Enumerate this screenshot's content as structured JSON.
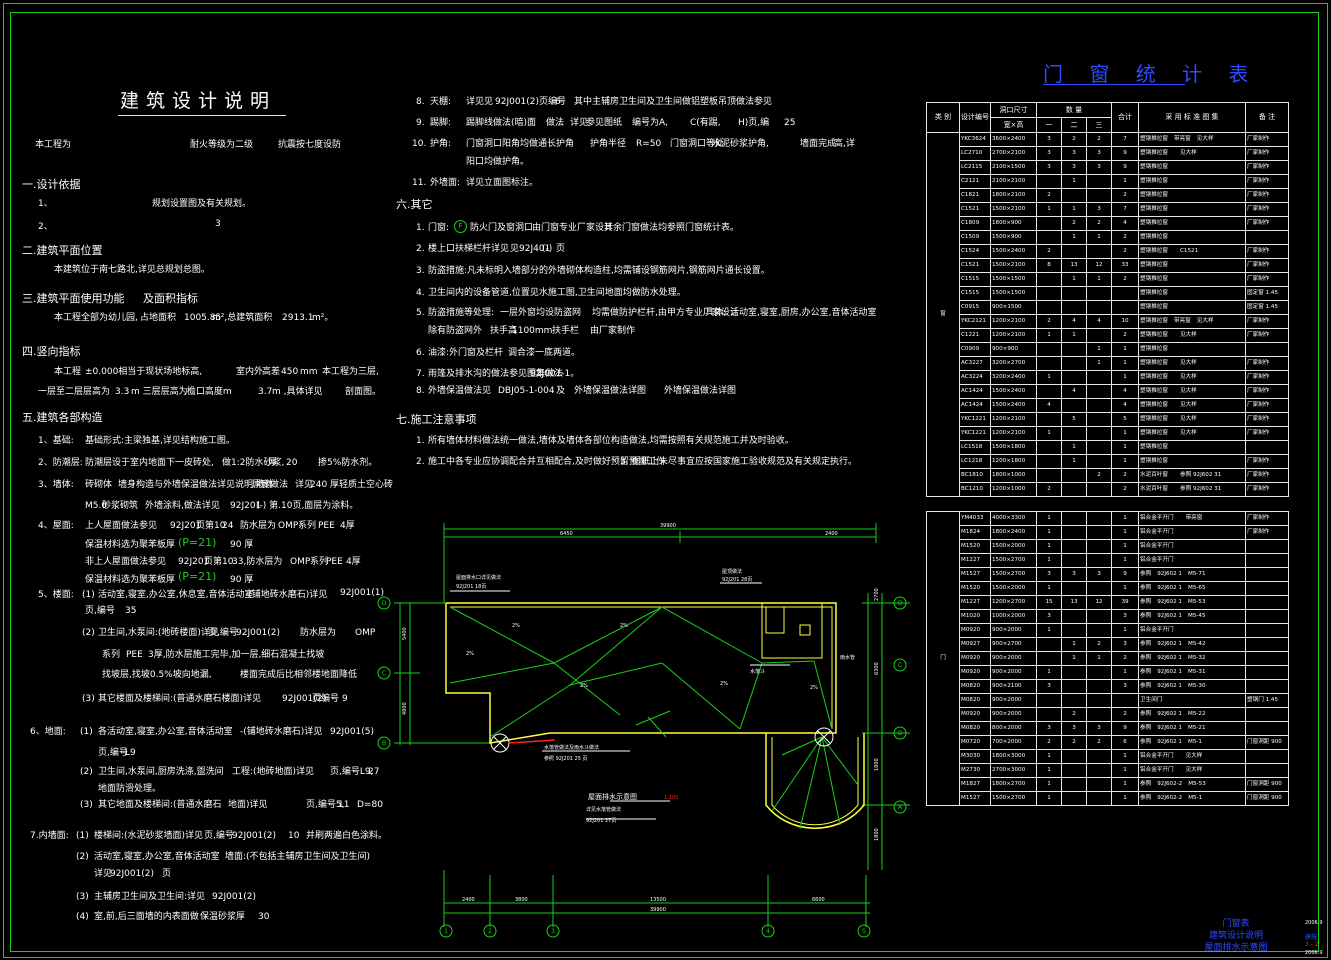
{
  "design_notes": {
    "title": "建筑设计说明",
    "intro": {
      "a": "本工程为",
      "b": "耐火等级为二级",
      "c": "抗震按七度设防"
    },
    "s1": {
      "head": "一.设计依据",
      "l1": "1、",
      "l1b": "规划设置图及有关规划。",
      "l2": "2、",
      "l2b": "3"
    },
    "s2": {
      "head": "二.建筑平面位置",
      "l1": "本建筑位于南七路北,详见总规划总图。"
    },
    "s3": {
      "head": "三.建筑平面使用功能",
      "head_b": "及面积指标",
      "l1a": "本工程全部为幼儿园,",
      "l1b": "占地面积",
      "l1c": "1005.85",
      "l1d": "m²,总建筑面积",
      "l1e": "2913.1",
      "l1f": "m²。"
    },
    "s4": {
      "head": "四.竖向指标",
      "l1a": "本工程",
      "l1b": "±0.000相当于现状场地标高,",
      "l1c": "室内外",
      "l1d": "高差",
      "l1e": "450",
      "l1f": "mm",
      "l1g": "本工程为三层,",
      "l2a": "一层至二层层高为",
      "l2b": "3.3",
      "l2c": "m 三层层高为",
      "l2d": ",檐口高度m",
      "l2e": "3.7",
      "l2f": "m ,具体详见",
      "l2g": "剖面图。"
    },
    "s5": {
      "head": "五.建筑各部构造",
      "i1": {
        "n": "1、基础:",
        "t": "基础形式:主梁独基,详见结构施工图。"
      },
      "i2": {
        "n": "2、防潮层:",
        "t": "防潮层设于室内地面下一皮砖处,",
        "t2": "做1:2防水砂浆,",
        "t3": "厚",
        "t4": "20",
        "t5": "掺5%防水剂。"
      },
      "i3": {
        "n": "3、墙体:",
        "t": "砖砌体",
        "t2": "墙身构造与外墙保温做法详见说明,墙体",
        "t3": "厚度做法",
        "t4": "详见",
        "t5": "240",
        "t6": "厚轻质土空心砖"
      },
      "i3b": {
        "t": "M5.0",
        "t2": "砂浆砌筑",
        "t3": "外墙涂料,做法详见",
        "t4": "92J201",
        "t5": "(-) 第.10页,面层为涂料。"
      },
      "i4": {
        "n": "4、屋面:",
        "t": "上人屋面做法参见",
        "t2": "92J201",
        "t3": "页第10",
        "t4": "24",
        "t5": "防水层为",
        "t6": "OMP",
        "t7": "系列",
        "t8": "PEE",
        "t9": "4厚",
        "t10": "保温材料选为聚苯板厚",
        "p1": "(P=21)",
        "t11": "90 厚",
        "t12": "非上人屋面做法参见",
        "t13": "92J201",
        "t14": "页第10",
        "t15": "33,防水层为",
        "t16": "OMP",
        "t17": "系列",
        "t18": "PEE",
        "t19": "4厚",
        "t20": "保温材料选为聚苯板厚",
        "p2": "(P=21)",
        "t21": "90 厚"
      },
      "i5": {
        "n": "5、楼面:",
        "a": "(1)",
        "at": "活动室,寝室,办公室,休息室,音体活动室",
        "at2": "-(铺地砖水磨石)详见",
        "at3": "92J001(1)",
        "at4": "页,编号",
        "at5": "35",
        "b": "(2)",
        "bt": "卫生间,水泵间:(地砖楼面)详见",
        "bt2": "页,编号",
        "bt3": "92J001(2)",
        "bt4": "防水层为",
        "bt5": "OMP",
        "bt6": "系列",
        "bt7": "PEE",
        "bt8": "3厚,防水层施工完毕,加一层,细石混凝土找坡",
        "bt9": "找坡层,找坡0.5%坡向地漏,",
        "bt10": "楼面完成后比相邻楼地面降低",
        "c": "(3)",
        "ct": "其它楼面及楼梯间:(普通水磨石楼面)详见",
        "ct2": "92J001(2)",
        "ct3": "页编号",
        "ct4": "9"
      },
      "i6": {
        "n": "6、地面:",
        "a": "(1)",
        "at": "各活动室,寝室,办公室,音体活动室",
        "at2": "-(铺地砖水磨石)详见",
        "at3": "92J001(5)",
        "at4": "页,编号",
        "at5": "L9",
        "b": "(2)",
        "bt": "卫生间,水泵间,厨房洗涤,盥洗间",
        "bt2": "工程:(地砖地面)详见",
        "bt3": "页,编号L9,",
        "bt4": "27",
        "bt5": "地面防滑处理。",
        "c": "(3)",
        "ct": "其它地面及楼梯间:(普通水磨石",
        "ct2": "地面)详见",
        "ct3": "页,编号5,",
        "ct4": "11",
        "ct5": "D=80"
      },
      "i7": {
        "n": "7.内墙面:",
        "a": "(1)",
        "at": "楼梯间:(水泥砂浆墙面)详见",
        "at2": "页,编号",
        "at3": "92J001(2)",
        "at4": "10",
        "at5": "并刷两遍白色涂料。",
        "b": "(2)",
        "bt": "活动室,寝室,办公室,音体活动室",
        "bt2": "墙面:(不包括主辅房卫生间及卫生间)",
        "bt3": "详见",
        "bt4": "92J001(2)",
        "bt5": "页",
        "c": "(3)",
        "ct": "主辅房卫生间及卫生间:",
        "ct2": "详见",
        "ct3": "92J001(2)",
        "d": "(4)",
        "dt": "室,前,后三面墙的内表面做",
        "dt2": "保温砂浆",
        "dt3": "厚",
        "dt4": "30"
      }
    }
  },
  "middle_notes": {
    "i8": {
      "n": "8.",
      "t": "天棚:",
      "t2": "详见见",
      "t3": "92J001(2)页编号",
      "t4": "6",
      "t5": "其中主辅房卫生间及卫生间做铝塑板吊顶做法参见"
    },
    "i9": {
      "n": "9.",
      "t": "踢脚:",
      "t2": "踢脚线做法(暗)面",
      "t3": "做法",
      "t4": "详见",
      "t5": "参见图纸",
      "t6": "编号为A,",
      "t7": "C(有踢,",
      "t8": "H)页,编",
      "t9": "25"
    },
    "i10": {
      "n": "10.",
      "t": "护角:",
      "t2": "门窗洞口阳角均做通长护角",
      "t3": "护角半径",
      "t4": "R=50",
      "t5": "门窗洞口等处",
      "t6": "水泥砂浆护角,",
      "t7": "墙面完成",
      "t8": "高,详",
      "t9": "阳口均做护角。"
    },
    "i11": {
      "n": "11.",
      "t": "外墙面:",
      "t2": "详见立面图标注。"
    },
    "s6": {
      "head": "六.其它",
      "i1": {
        "n": "1.",
        "t": "门窗:",
        "c": "F",
        "t2": "防火门及窗洞口",
        "t3": "由门窗专业厂家设计",
        "t4": "其余门窗做法均参照门窗统计表。"
      },
      "i2": {
        "n": "2.",
        "t": "楼上口扶梯栏杆详见",
        "t2": "见92J401",
        "t3": "(-)",
        "t4": "页"
      },
      "i3": {
        "n": "3.",
        "t": "防盗措施:凡未标明入墙部分的外墙砌体构造柱,均需铺设钢筋网片,钢筋网片通长设置。"
      },
      "i4": {
        "n": "4.",
        "t": "卫生间内的设备管道,位置见水施工图,卫生间地面均做防水处理。"
      },
      "i5": {
        "n": "5.",
        "t": "防盗措施等处理:",
        "t2": "一层外窗均设防盗网",
        "t3": "均需做防护栏杆,由甲方专业厂家设计",
        "t4": "具体:",
        "t5": "活动室,寝室,厨房,办公室,音体活动室",
        "t6": "除有防盗网外",
        "t7": "扶手高",
        "t8": "1100mm",
        "t9": "扶手栏",
        "t10": "由厂家制作"
      },
      "i6": {
        "n": "6.",
        "t": "油漆:外门窗及栏杆",
        "t2": "调合漆一底两道。"
      },
      "i7": {
        "n": "7.",
        "t": "雨篷及排水沟的做法参见图集做法",
        "t2": "92J001-1。"
      },
      "i8": {
        "n": "8.",
        "t": "外墙保温做法见",
        "t2": "DBJ05-1-004",
        "t3": "及",
        "t4": "外墙保温做法详图",
        "t5": "外墙保温做法详图"
      }
    },
    "s7": {
      "head": "七.施工注意事项",
      "i1": {
        "n": "1.",
        "t": "所有墙体材料做法统一做法,墙体及墙体各部位构造做法,均需按照有关规范施工并及时验收。"
      },
      "i2": {
        "n": "2.",
        "t": "施工中各专业应协调配合并互相配合,及时做好预留预埋工作",
        "t2": "3.",
        "t3": "图纸上未尽事宜应按国家施工验收规范及有关规定执行。"
      }
    }
  },
  "roof_plan": {
    "top_dim": "39900",
    "sub_dims": [
      "6450",
      "2400"
    ],
    "bottom_dims": [
      "2400",
      "3800",
      "13500",
      "6600"
    ],
    "bottom_total": "39900",
    "left_dims": [
      "5400",
      "4800"
    ],
    "right_dims": [
      "2700",
      "6300",
      "1800",
      "1800"
    ],
    "axis_left": [
      "D",
      "C",
      "B"
    ],
    "axis_right": [
      "D",
      "C",
      "B",
      "A"
    ],
    "axis_bottom": [
      "1",
      "2",
      "3",
      "4",
      "5"
    ],
    "notes": {
      "n1": "屋面排水口详见做法",
      "n1b": "92J201 18页",
      "n2": "屋顶做法",
      "n2b": "92J201 28页",
      "n3": "水落斗",
      "n4": "水落管做法及雨水斗做法",
      "n4b": "参照 92J201 25 页",
      "n5": "详见水落管做法",
      "n5b": "92J201 27页",
      "n6": "雨水管"
    },
    "slope_labels": [
      "2%",
      "2%",
      "2%",
      "2%",
      "2%",
      "2%"
    ],
    "plan_title": "屋面排水示意图",
    "plan_scale": "1:100"
  },
  "door_window_table": {
    "title": "门 窗 统 计 表",
    "headers": {
      "type": "类 别",
      "id": "设计编号",
      "size": "洞口尺寸",
      "size_sub": "宽×高",
      "count": "数 量",
      "floors": [
        "一",
        "二",
        "三"
      ],
      "total": "合计",
      "atlas": "采 用 标 准 图 集",
      "note": "备 注"
    },
    "group_window": "窗",
    "group_door": "门",
    "windows": [
      [
        "YKC3624",
        "3600×2400",
        "3",
        "2",
        "2",
        "7",
        "塑钢推拉窗",
        "带亮窗",
        "见大样",
        "厂家制作"
      ],
      [
        "LC2710",
        "2700×2100",
        "3",
        "3",
        "3",
        "9",
        "塑钢推拉窗",
        "",
        "见大样",
        "厂家制作"
      ],
      [
        "LC2115",
        "2100×1500",
        "3",
        "3",
        "3",
        "9",
        "塑钢推拉窗",
        "",
        "",
        "厂家制作"
      ],
      [
        "C2121",
        "2100×2100",
        "",
        "1",
        "",
        "1",
        "塑钢推拉窗",
        "",
        "",
        "厂家制作"
      ],
      [
        "C1821",
        "1800×2100",
        "2",
        "",
        "",
        "2",
        "塑钢推拉窗",
        "",
        "",
        "厂家制作"
      ],
      [
        "C1521",
        "1500×2100",
        "1",
        "1",
        "3",
        "7",
        "塑钢推拉窗",
        "",
        "",
        "厂家制作"
      ],
      [
        "C1809",
        "1800×900",
        "",
        "2",
        "2",
        "4",
        "塑钢推拉窗",
        "",
        "",
        "厂家制作"
      ],
      [
        "C1509",
        "1500×900",
        "",
        "1",
        "1",
        "2",
        "塑钢推拉窗",
        "",
        "",
        ""
      ],
      [
        "C1524",
        "1500×2400",
        "2",
        "",
        "",
        "2",
        "塑钢推拉窗",
        "",
        "C1521",
        "厂家制作"
      ],
      [
        "C1521",
        "1500×2100",
        "8",
        "13",
        "12",
        "33",
        "塑钢推拉窗",
        "",
        "",
        "厂家制作"
      ],
      [
        "C1515",
        "1500×1500",
        "",
        "1",
        "1",
        "2",
        "塑钢推拉窗",
        "",
        "",
        "厂家制作"
      ],
      [
        "C1515",
        "1500×1500",
        "",
        "",
        "",
        "",
        "塑钢推拉窗",
        "",
        "",
        "固定窗  1.45"
      ],
      [
        "C0915",
        "900×1500",
        "",
        "",
        "",
        "",
        "塑钢推拉窗",
        "",
        "",
        "固定窗  1.45"
      ],
      [
        "YKC2121",
        "1200×2100",
        "2",
        "4",
        "4",
        "10",
        "塑钢推拉窗",
        "带亮窗",
        "见大样",
        "厂家制作"
      ],
      [
        "C1221",
        "1200×2100",
        "1",
        "1",
        "",
        "2",
        "塑钢推拉窗",
        "",
        "见大样",
        "厂家制作"
      ],
      [
        "C0909",
        "900×900",
        "",
        "",
        "1",
        "1",
        "塑钢推拉窗",
        "",
        "",
        ""
      ],
      [
        "AC3227",
        "3200×2700",
        "",
        "",
        "1",
        "1",
        "塑钢推拉窗",
        "",
        "见大样",
        "厂家制作"
      ],
      [
        "AC3224",
        "3200×2400",
        "1",
        "",
        "",
        "1",
        "塑钢推拉窗",
        "",
        "见大样",
        "厂家制作"
      ],
      [
        "AC1424",
        "1500×2400",
        "",
        "4",
        "",
        "4",
        "塑钢推拉窗",
        "",
        "见大样",
        "厂家制作"
      ],
      [
        "AC1424",
        "1500×2400",
        "4",
        "",
        "",
        "4",
        "塑钢推拉窗",
        "",
        "见大样",
        "厂家制作"
      ],
      [
        "YKC1221",
        "1200×2100",
        "",
        "5",
        "",
        "5",
        "塑钢推拉窗",
        "",
        "见大样",
        "厂家制作"
      ],
      [
        "YKC1221",
        "1200×2100",
        "1",
        "",
        "",
        "1",
        "塑钢推拉窗",
        "",
        "见大样",
        "厂家制作"
      ],
      [
        "LC1518",
        "1500×1800",
        "",
        "1",
        "",
        "1",
        "塑钢推拉窗",
        "",
        "",
        ""
      ],
      [
        "LC1218",
        "1200×1800",
        "",
        "1",
        "",
        "1",
        "塑钢推拉窗",
        "",
        "",
        "厂家制作"
      ],
      [
        "BC1810",
        "1800×1000",
        "",
        "",
        "2",
        "2",
        "水泥百叶窗",
        "",
        "参照  92J602 31",
        "厂家制作"
      ],
      [
        "BC1210",
        "1200×1000",
        "2",
        "",
        "",
        "2",
        "水泥百叶窗",
        "",
        "参照  92J602 31",
        "厂家制作"
      ]
    ],
    "doors": [
      [
        "YM4033",
        "4000×3300",
        "1",
        "",
        "",
        "1",
        "铝合金平开门",
        "",
        "带亮窗",
        "厂家制作"
      ],
      [
        "M1824",
        "1800×2400",
        "1",
        "",
        "",
        "1",
        "铝合金平开门",
        "",
        "",
        "厂家制作"
      ],
      [
        "M1520",
        "1500×2000",
        "1",
        "",
        "",
        "1",
        "铝合金平开门",
        "",
        "",
        ""
      ],
      [
        "M1227",
        "1500×2700",
        "1",
        "",
        "",
        "1",
        "铝合金平开门",
        "",
        "",
        ""
      ],
      [
        "M1527",
        "1500×2700",
        "3",
        "3",
        "3",
        "9",
        "参照",
        "92J602  1",
        "M5-71",
        ""
      ],
      [
        "M1520",
        "1500×2000",
        "1",
        "",
        "",
        "1",
        "参照",
        "92J602  1",
        "M5-65",
        ""
      ],
      [
        "M1227",
        "1200×2700",
        "15",
        "13",
        "12",
        "39",
        "参照",
        "92J602  1",
        "M5-53",
        ""
      ],
      [
        "M1020",
        "1000×2000",
        "3",
        "",
        "",
        "3",
        "参照",
        "92J602  1",
        "M5-45",
        ""
      ],
      [
        "M0920",
        "900×2000",
        "1",
        "",
        "",
        "1",
        "铝合金平开门",
        "",
        "",
        ""
      ],
      [
        "M0927",
        "900×2700",
        "",
        "1",
        "2",
        "3",
        "参照",
        "92J602  1",
        "M5-42",
        ""
      ],
      [
        "M0920",
        "900×2000",
        "",
        "1",
        "1",
        "2",
        "参照",
        "92J602  1",
        "M5-32",
        ""
      ],
      [
        "M0920",
        "900×2000",
        "1",
        "",
        "",
        "1",
        "参照",
        "92J602  1",
        "M5-31",
        ""
      ],
      [
        "M0820",
        "900×2100",
        "3",
        "",
        "",
        "3",
        "参照",
        "92J602  1",
        "M5-30",
        ""
      ],
      [
        "M0820",
        "900×2000",
        "",
        "",
        "",
        "",
        "卫生间门",
        "",
        "",
        "塑钢门  1.45"
      ],
      [
        "M0920",
        "900×2000",
        "",
        "2",
        "",
        "2",
        "参照",
        "92J602  1",
        "M5-22",
        ""
      ],
      [
        "M0820",
        "800×2000",
        "3",
        "3",
        "3",
        "9",
        "参照",
        "92J602  1",
        "M5-21",
        ""
      ],
      [
        "M0720",
        "700×2000",
        "2",
        "2",
        "2",
        "6",
        "参照",
        "92J602  1",
        "M5-1",
        "门窗洞距  900"
      ],
      [
        "M3030",
        "1800×3000",
        "1",
        "",
        "",
        "1",
        "铝合金平开门",
        "",
        "见大样",
        ""
      ],
      [
        "M2730",
        "2700×3000",
        "1",
        "",
        "",
        "1",
        "铝合金平开门",
        "",
        "见大样",
        ""
      ],
      [
        "M1827",
        "1800×2700",
        "1",
        "",
        "",
        "1",
        "参照",
        "92J602-2",
        "M5-53",
        "门窗洞距  900"
      ],
      [
        "M1527",
        "1500×2700",
        "1",
        "",
        "",
        "1",
        "参照",
        "92J602-2",
        "M5-1",
        "门窗洞距  900"
      ]
    ]
  },
  "title_block": {
    "names": [
      "门窗表",
      "建筑设计说明",
      "屋面排水示意图"
    ],
    "code": "2006.9",
    "sheet_label": "建施",
    "sheet_no": "3 - 2",
    "date": "2006.9"
  },
  "colors": {
    "frame": "#19d119",
    "text": "#ffffff",
    "yellow": "#ffff3c",
    "blue": "#2e4bff",
    "red": "#ff2020",
    "cyan": "#00e8e8"
  }
}
